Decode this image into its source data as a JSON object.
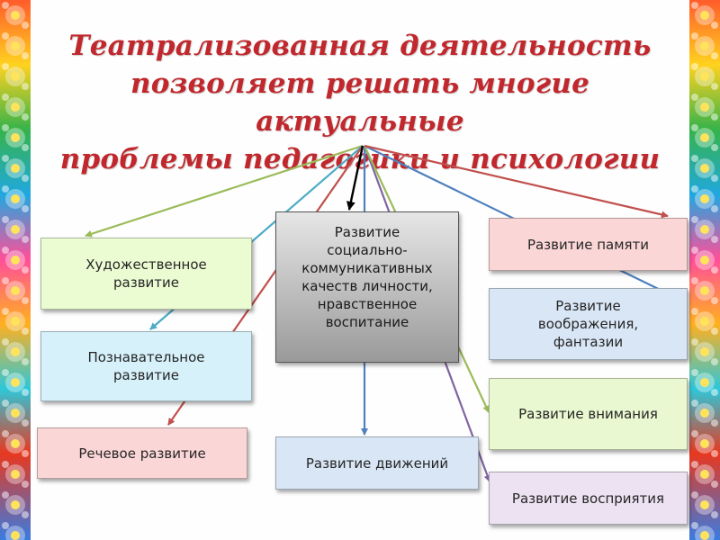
{
  "slide": {
    "title_lines": [
      "Театрализованная деятельность",
      "позволяет решать многие актуальные",
      "проблемы педагогики и психологии"
    ],
    "boxes": {
      "art": {
        "text": "Художественное\nразвитие",
        "fill": "#ebfbd2"
      },
      "cognitive": {
        "text": "Познавательное\nразвитие",
        "fill": "#d6f1fa"
      },
      "speech": {
        "text": "Речевое развитие",
        "fill": "#fbd6d6"
      },
      "social": {
        "text": "Развитие\nсоциально-\nкоммуникативных\nкачеств личности,\nнравственное\nвоспитание",
        "fill": "#b8b8b8"
      },
      "movement": {
        "text": "Развитие движений",
        "fill": "#d9e6f5"
      },
      "memory": {
        "text": "Развитие памяти",
        "fill": "#fad6d6"
      },
      "imagination": {
        "text": "Развитие\nвоображения,\nфантазии",
        "fill": "#d9e6f5"
      },
      "attention": {
        "text": "Развитие внимания",
        "fill": "#e9f8d0"
      },
      "perception": {
        "text": "Развитие восприятия",
        "fill": "#ece2f2"
      }
    }
  },
  "colors": {
    "title": "#c0282d",
    "arrow_green": "#9bbb59",
    "arrow_blue": "#4bacc6",
    "arrow_red": "#c0504d",
    "arrow_steel": "#4f81bd",
    "arrow_purple": "#8064a2",
    "arrow_black": "#000000"
  }
}
